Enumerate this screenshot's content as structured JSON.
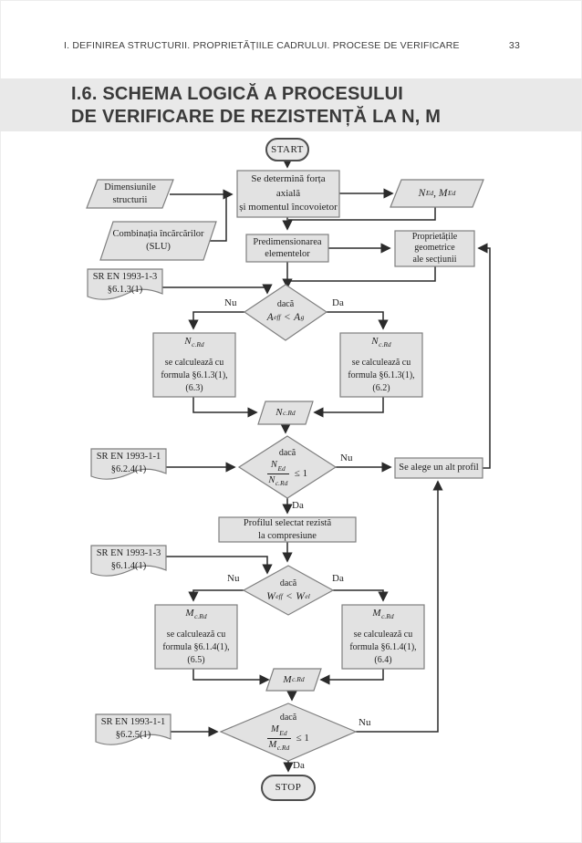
{
  "page": {
    "header_left": "I. DEFINIREA STRUCTURII. PROPRIETĂȚIILE CADRULUI. PROCESE DE VERIFICARE",
    "page_number": "33",
    "title_line1": "I.6. SCHEMA LOGICĂ A PROCESULUI",
    "title_line2": "DE VERIFICARE DE REZISTENȚĂ LA N, M"
  },
  "colors": {
    "title_band": "#e9e9e9",
    "shape_fill": "#e2e2e2",
    "shape_stroke": "#7f7f7f",
    "terminator_stroke": "#4d4d4d",
    "connector": "#2b2b2b",
    "text": "#1f1f1f"
  },
  "labels": {
    "nu": "Nu",
    "da": "Da",
    "daca": "dacă"
  },
  "nodes": {
    "start": {
      "label": "START"
    },
    "dimensiunile": {
      "line1": "Dimensiunile",
      "line2": "structurii"
    },
    "se_determina": {
      "line1": "Se determină forța axială",
      "line2": "și momentul încovoietor"
    },
    "ned_med": {
      "n": "N",
      "n_sub": "Ed",
      "sep": ", ",
      "m": "M",
      "m_sub": "Ed"
    },
    "combinatia": {
      "line1": "Combinația încărcărilor",
      "line2": "(SLU)"
    },
    "predimensionarea": {
      "line1": "Predimensionarea",
      "line2": "elementelor"
    },
    "proprietatile": {
      "line1": "Proprietățile",
      "line2": "geometrice",
      "line3": "ale secțiunii"
    },
    "ref_613": {
      "line1": "SR EN 1993-1-3",
      "line2": "§6.1.3(1)"
    },
    "cond_aeff": {
      "a": "A",
      "a_sub": "eff",
      "op": "<",
      "b": "A",
      "b_sub": "g"
    },
    "ncrd_nu": {
      "sym": "N",
      "sym_sub": "c.Rd",
      "line1": "se calculează cu",
      "line2": "formula §6.1.3(1),",
      "line3": "(6.3)"
    },
    "ncrd_da": {
      "sym": "N",
      "sym_sub": "c.Rd",
      "line1": "se calculează cu",
      "line2": "formula §6.1.3(1),",
      "line3": "(6.2)"
    },
    "ncrd_io": {
      "sym": "N",
      "sym_sub": "c.Rd"
    },
    "ref_624": {
      "line1": "SR EN 1993-1-1",
      "line2": "§6.2.4(1)"
    },
    "cond_ned": {
      "num": "N",
      "num_sub": "Ed",
      "den": "N",
      "den_sub": "c.Rd",
      "cmp": "≤ 1"
    },
    "se_alege": {
      "label": "Se alege un alt profil"
    },
    "profilul": {
      "line1": "Profilul selectat rezistă",
      "line2": "la compresiune"
    },
    "ref_614": {
      "line1": "SR EN 1993-1-3",
      "line2": "§6.1.4(1)"
    },
    "cond_weff": {
      "a": "W",
      "a_sub": "eff",
      "op": "<",
      "b": "W",
      "b_sub": "el"
    },
    "mcrd_nu": {
      "sym": "M",
      "sym_sub": "c.Rd",
      "line1": "se calculează cu",
      "line2": "formula §6.1.4(1),",
      "line3": "(6.5)"
    },
    "mcrd_da": {
      "sym": "M",
      "sym_sub": "c.Rd",
      "line1": "se calculează cu",
      "line2": "formula §6.1.4(1),",
      "line3": "(6.4)"
    },
    "mcrd_io": {
      "sym": "M",
      "sym_sub": "c.Rd"
    },
    "ref_625": {
      "line1": "SR EN 1993-1-1",
      "line2": "§6.2.5(1)"
    },
    "cond_med": {
      "num": "M",
      "num_sub": "Ed",
      "den": "M",
      "den_sub": "c.Rd",
      "cmp": "≤ 1"
    },
    "stop": {
      "label": "STOP"
    }
  }
}
